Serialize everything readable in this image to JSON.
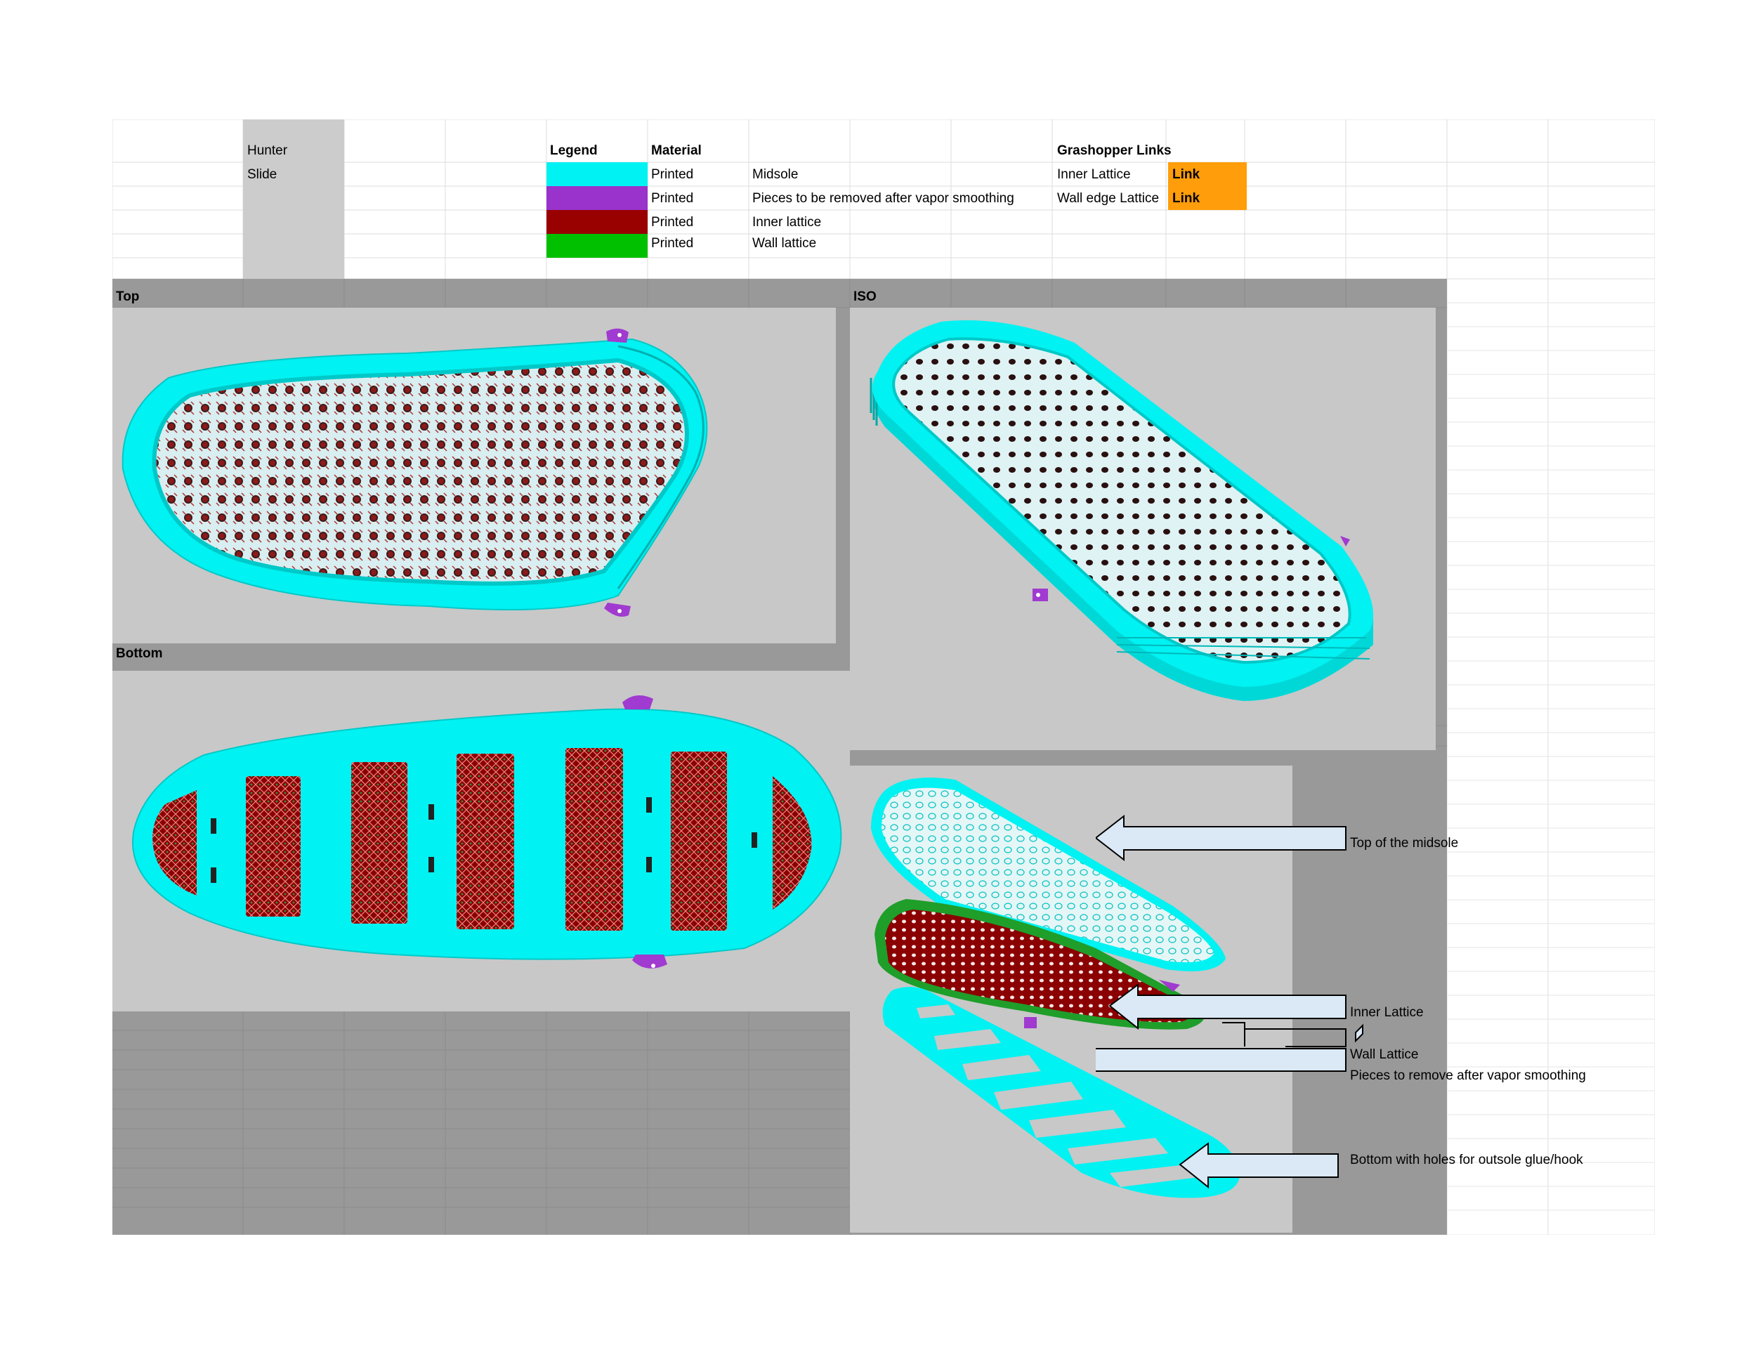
{
  "header": {
    "project": "Hunter",
    "product": "Slide"
  },
  "legend": {
    "legend_heading": "Legend",
    "material_heading": "Material",
    "rows": [
      {
        "color": "#00f2f2",
        "material": "Printed",
        "description": "Midsole"
      },
      {
        "color": "#9933cc",
        "material": "Printed",
        "description": "Pieces to be removed after vapor smoothing"
      },
      {
        "color": "#990000",
        "material": "Printed",
        "description": "Inner lattice"
      },
      {
        "color": "#00c000",
        "material": "Printed",
        "description": "Wall lattice"
      }
    ]
  },
  "links": {
    "heading": "Grashopper Links",
    "items": [
      {
        "name": "Inner Lattice",
        "link": "Link"
      },
      {
        "name": "Wall edge Lattice",
        "link": "Link"
      }
    ]
  },
  "views": {
    "top": "Top",
    "iso": "ISO",
    "bottom": "Bottom"
  },
  "callouts": [
    "Top of the midsole",
    "Inner Lattice",
    "Wall Lattice",
    "Pieces to remove after vapor smoothing",
    "Bottom with holes for outsole glue/hook"
  ],
  "colors": {
    "midsole": "#00f2f2",
    "removable": "#9933cc",
    "inner_lattice": "#990000",
    "wall_lattice": "#00c000",
    "link": "#ff9d0a",
    "panel": "#c8c8c8",
    "header_bar": "#999999"
  }
}
